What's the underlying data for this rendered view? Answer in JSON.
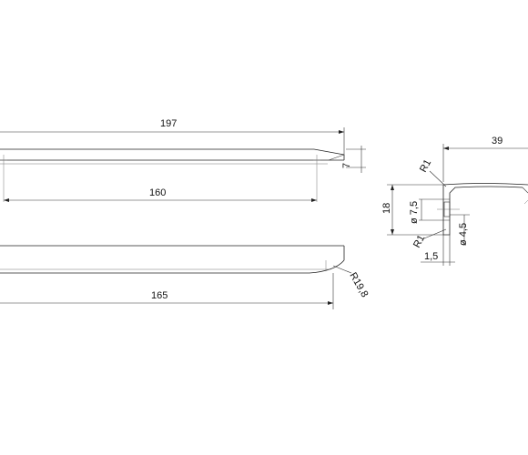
{
  "dimensions": {
    "top_length": "197",
    "top_height": "7",
    "hole_spacing": "160",
    "bottom_radius": "R19,8",
    "bottom_length": "165",
    "section_width": "39",
    "section_height": "18",
    "section_radius_top": "R1",
    "section_radius_bottom": "R1",
    "section_dia_large": "ø 7,5",
    "section_dia_small": "ø 4,5",
    "section_offset": "1,5"
  }
}
